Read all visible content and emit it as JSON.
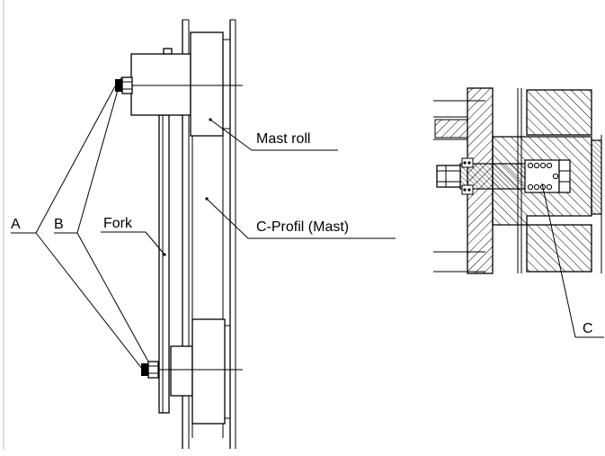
{
  "labels": {
    "a": "A",
    "b": "B",
    "fork": "Fork",
    "mast_roll": "Mast roll",
    "c_profil": "C-Profil (Mast)",
    "c": "C"
  }
}
